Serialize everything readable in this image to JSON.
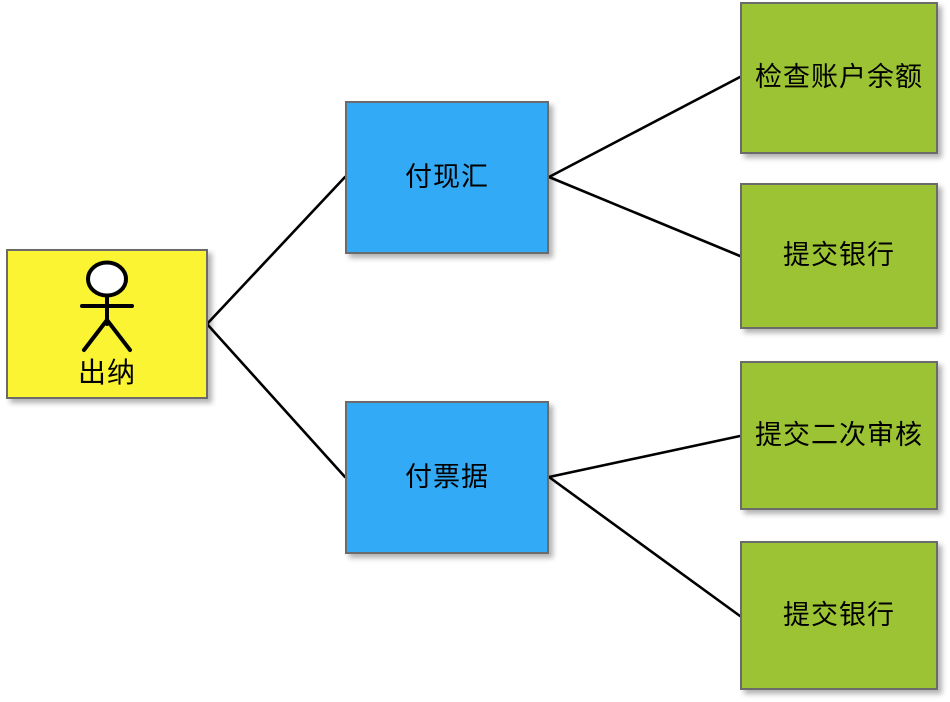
{
  "diagram": {
    "title": "",
    "type": "tree-flow",
    "background_color": "#ffffff",
    "edge_color": "#000000",
    "border_color": "#6b6b6b",
    "palette": {
      "actor_fill": "#faf433",
      "process_fill": "#33aaf5",
      "task_fill": "#9bc334"
    },
    "nodes": {
      "actor": {
        "label": "出纳",
        "icon": "stick-figure-actor-icon",
        "fill": "#faf433"
      },
      "process": [
        {
          "id": "process-1",
          "label": "付现汇",
          "fill": "#33aaf5"
        },
        {
          "id": "process-2",
          "label": "付票据",
          "fill": "#33aaf5"
        }
      ],
      "task": [
        {
          "id": "task-1",
          "label": "检查账户余额",
          "fill": "#9bc334"
        },
        {
          "id": "task-2",
          "label": "提交银行",
          "fill": "#9bc334"
        },
        {
          "id": "task-3",
          "label": "提交二次审核",
          "fill": "#9bc334"
        },
        {
          "id": "task-4",
          "label": "提交银行",
          "fill": "#9bc334"
        }
      ]
    },
    "edges": [
      {
        "from": "actor",
        "to": "process-1"
      },
      {
        "from": "actor",
        "to": "process-2"
      },
      {
        "from": "process-1",
        "to": "task-1"
      },
      {
        "from": "process-1",
        "to": "task-2"
      },
      {
        "from": "process-2",
        "to": "task-3"
      },
      {
        "from": "process-2",
        "to": "task-4"
      }
    ]
  }
}
